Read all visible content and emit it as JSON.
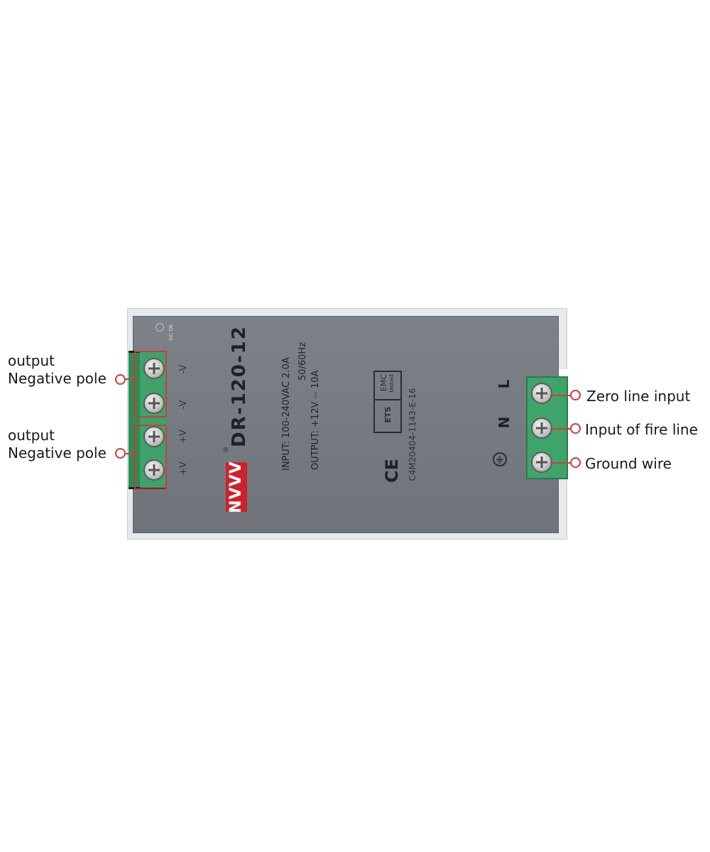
{
  "product": {
    "brand": "NVVV",
    "registered_mark": "®",
    "model": "DR-120-12",
    "input_spec": "INPUT: 100-240VAC  2.0A",
    "input_freq": "50/60Hz",
    "output_spec": "OUTPUT: +12V  ⎓  10A",
    "certification_code": "C4M20404-1143-E-16",
    "ce_mark": "CE",
    "emc_label": "EMC",
    "emc_sub": "tested",
    "ets_label": "ETS",
    "indicator_label": "DC OK",
    "left_terminals": [
      "-V",
      "-V",
      "+V",
      "+V"
    ],
    "right_terminals": [
      "L",
      "N"
    ]
  },
  "callouts": {
    "left_top": {
      "line1": "output",
      "line2": "Negative pole"
    },
    "left_bottom": {
      "line1": "output",
      "line2": "Negative pole"
    },
    "right": [
      "Zero line input",
      "Input of fire line",
      "Ground wire"
    ]
  },
  "colors": {
    "callout_red": "#d23a3a",
    "terminal_green": "#3da36a",
    "panel_gray": "#767b81",
    "brand_red": "#d0202a"
  }
}
